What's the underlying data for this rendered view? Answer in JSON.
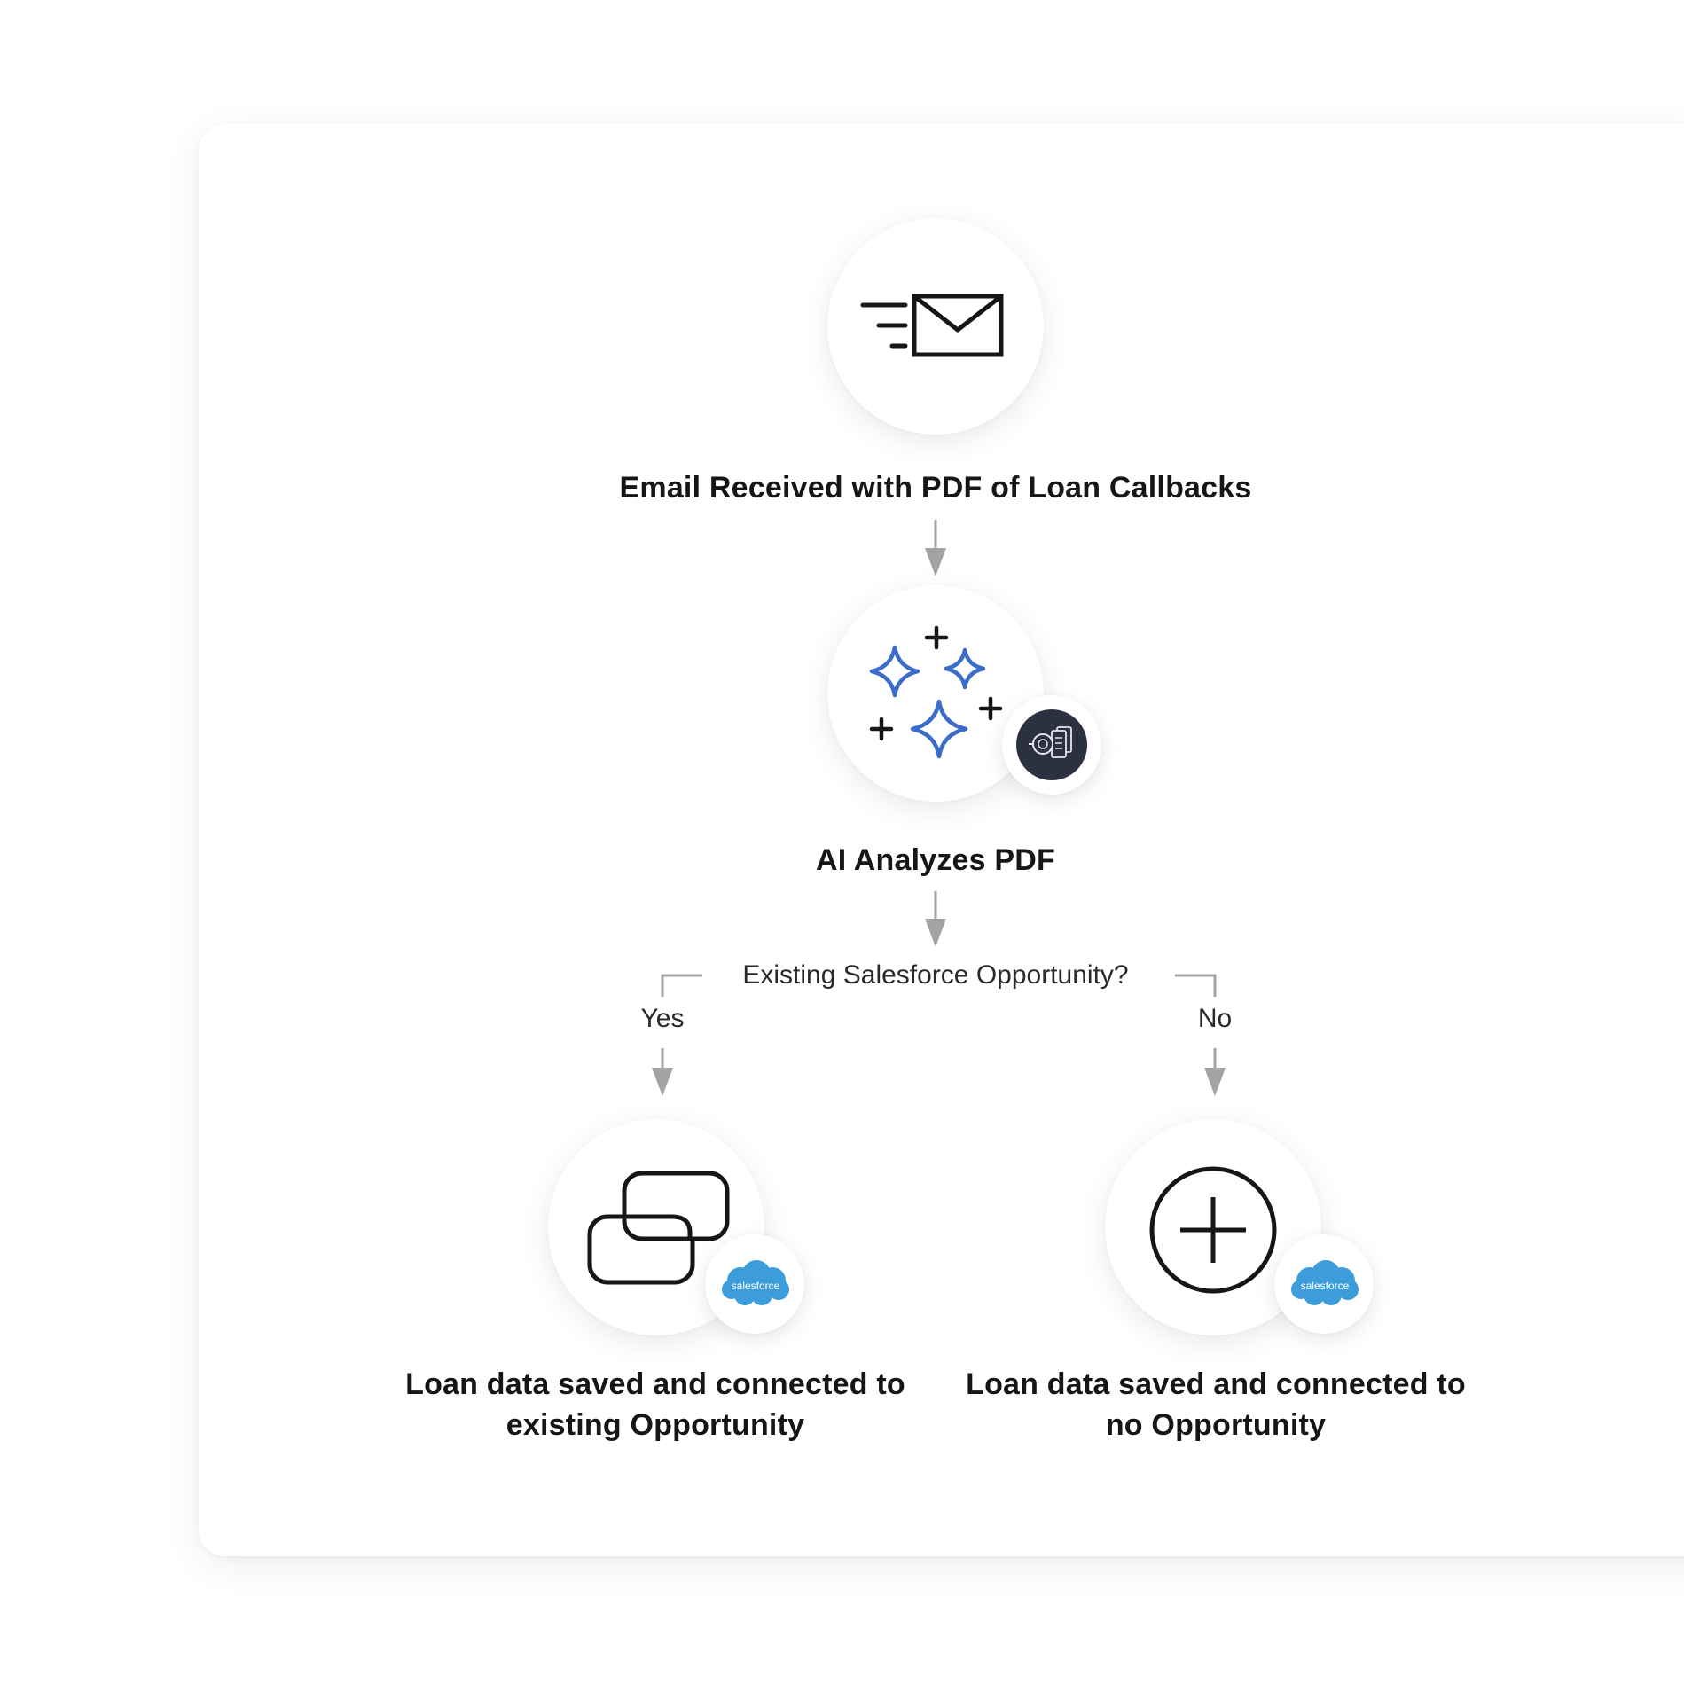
{
  "steps": {
    "email": {
      "label": "Email Received with PDF of Loan Callbacks",
      "icon": "email-send-icon"
    },
    "ai": {
      "label": "AI Analyzes PDF",
      "icon": "ai-sparkles-icon",
      "badge_icon": "document-scan-icon"
    },
    "decision": {
      "question": "Existing Salesforce Opportunity?",
      "yes_label": "Yes",
      "no_label": "No"
    },
    "existing": {
      "label": "Loan data saved and connected to existing Opportunity",
      "icon": "link-icon",
      "badge_icon": "salesforce-cloud-icon",
      "badge_text": "salesforce"
    },
    "none": {
      "label": "Loan data saved and connected to no Opportunity",
      "icon": "plus-circle-icon",
      "badge_icon": "salesforce-cloud-icon",
      "badge_text": "salesforce"
    }
  },
  "colors": {
    "text": "#161616",
    "connector": "#a3a3a3",
    "sparkle_blue": "#3a6cc8",
    "salesforce_blue": "#3d9ddb",
    "badge_dark": "#2b3140"
  }
}
